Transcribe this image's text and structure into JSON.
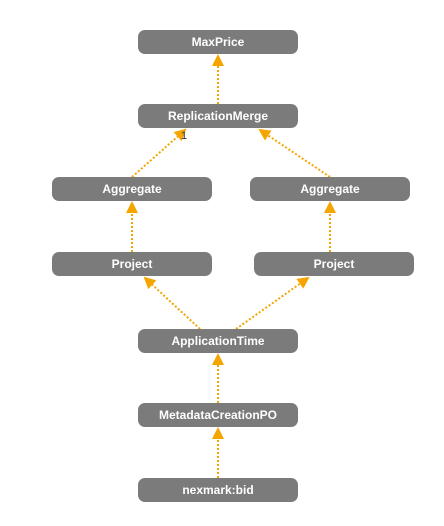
{
  "colors": {
    "node_fill": "#7b7b7b",
    "edge": "#f5a500",
    "background": "#ffffff"
  },
  "nodes": [
    {
      "id": "maxprice",
      "label": "MaxPrice"
    },
    {
      "id": "replicationmerge",
      "label": "ReplicationMerge"
    },
    {
      "id": "aggregate_left",
      "label": "Aggregate"
    },
    {
      "id": "aggregate_right",
      "label": "Aggregate"
    },
    {
      "id": "project_left",
      "label": "Project"
    },
    {
      "id": "project_right",
      "label": "Project"
    },
    {
      "id": "applicationtime",
      "label": "ApplicationTime"
    },
    {
      "id": "metadatacreationpo",
      "label": "MetadataCreationPO"
    },
    {
      "id": "nexmark_bid",
      "label": "nexmark:bid"
    }
  ],
  "edges": [
    {
      "from": "replicationmerge",
      "to": "maxprice"
    },
    {
      "from": "aggregate_left",
      "to": "replicationmerge",
      "label": "1"
    },
    {
      "from": "aggregate_right",
      "to": "replicationmerge"
    },
    {
      "from": "project_left",
      "to": "aggregate_left"
    },
    {
      "from": "project_right",
      "to": "aggregate_right"
    },
    {
      "from": "applicationtime",
      "to": "project_left"
    },
    {
      "from": "applicationtime",
      "to": "project_right"
    },
    {
      "from": "metadatacreationpo",
      "to": "applicationtime"
    },
    {
      "from": "nexmark_bid",
      "to": "metadatacreationpo"
    }
  ]
}
